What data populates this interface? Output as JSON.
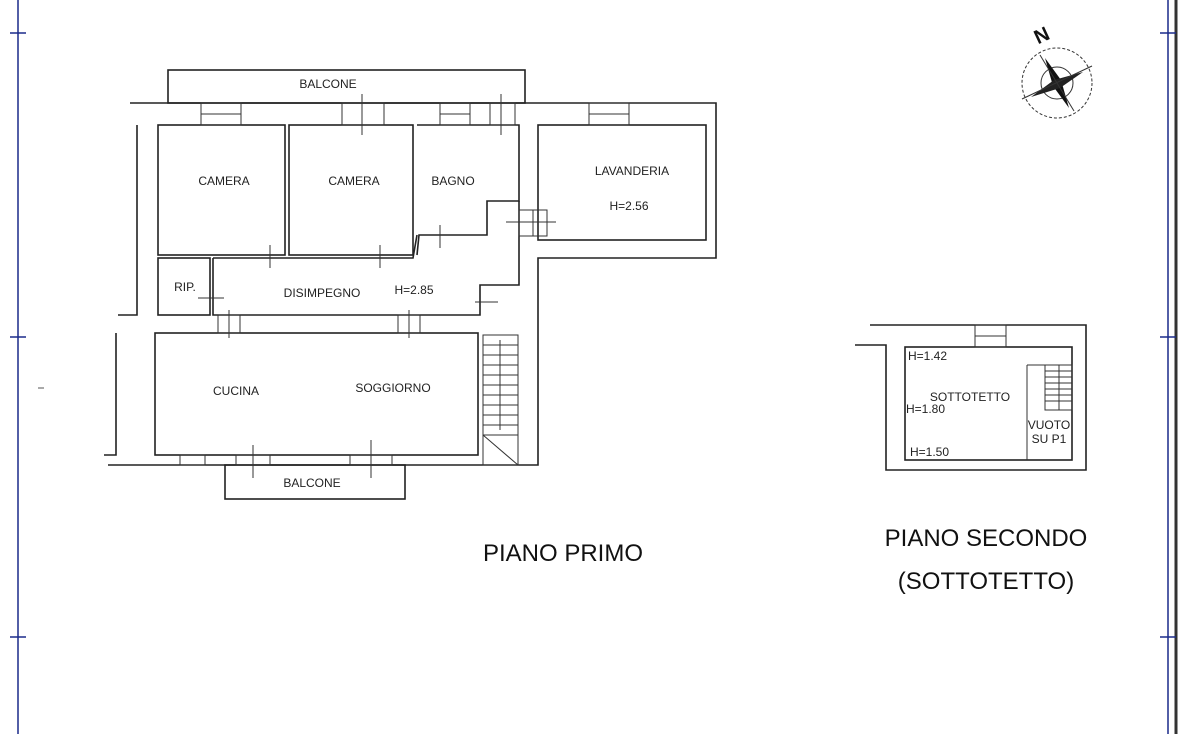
{
  "piano_primo": {
    "title": "PIANO PRIMO",
    "rooms": {
      "balcone_top": "BALCONE",
      "camera_1": "CAMERA",
      "camera_2": "CAMERA",
      "bagno": "BAGNO",
      "lavanderia": "LAVANDERIA",
      "lavanderia_height": "H=2.56",
      "rip": "RIP.",
      "disimpegno": "DISIMPEGNO",
      "disimpegno_height": "H=2.85",
      "cucina": "CUCINA",
      "soggiorno": "SOGGIORNO",
      "balcone_bottom": "BALCONE"
    }
  },
  "piano_secondo": {
    "title": "PIANO SECONDO",
    "subtitle": "(SOTTOTETTO)",
    "rooms": {
      "sottotetto": "SOTTOTETTO",
      "h1": "H=1.42",
      "h2": "H=1.80",
      "h3": "H=1.50",
      "vuoto_1": "VUOTO",
      "vuoto_2": "SU P1"
    }
  },
  "compass": {
    "label": "N"
  },
  "colors": {
    "frame": "#1a2a8a",
    "wall": "#222222"
  }
}
